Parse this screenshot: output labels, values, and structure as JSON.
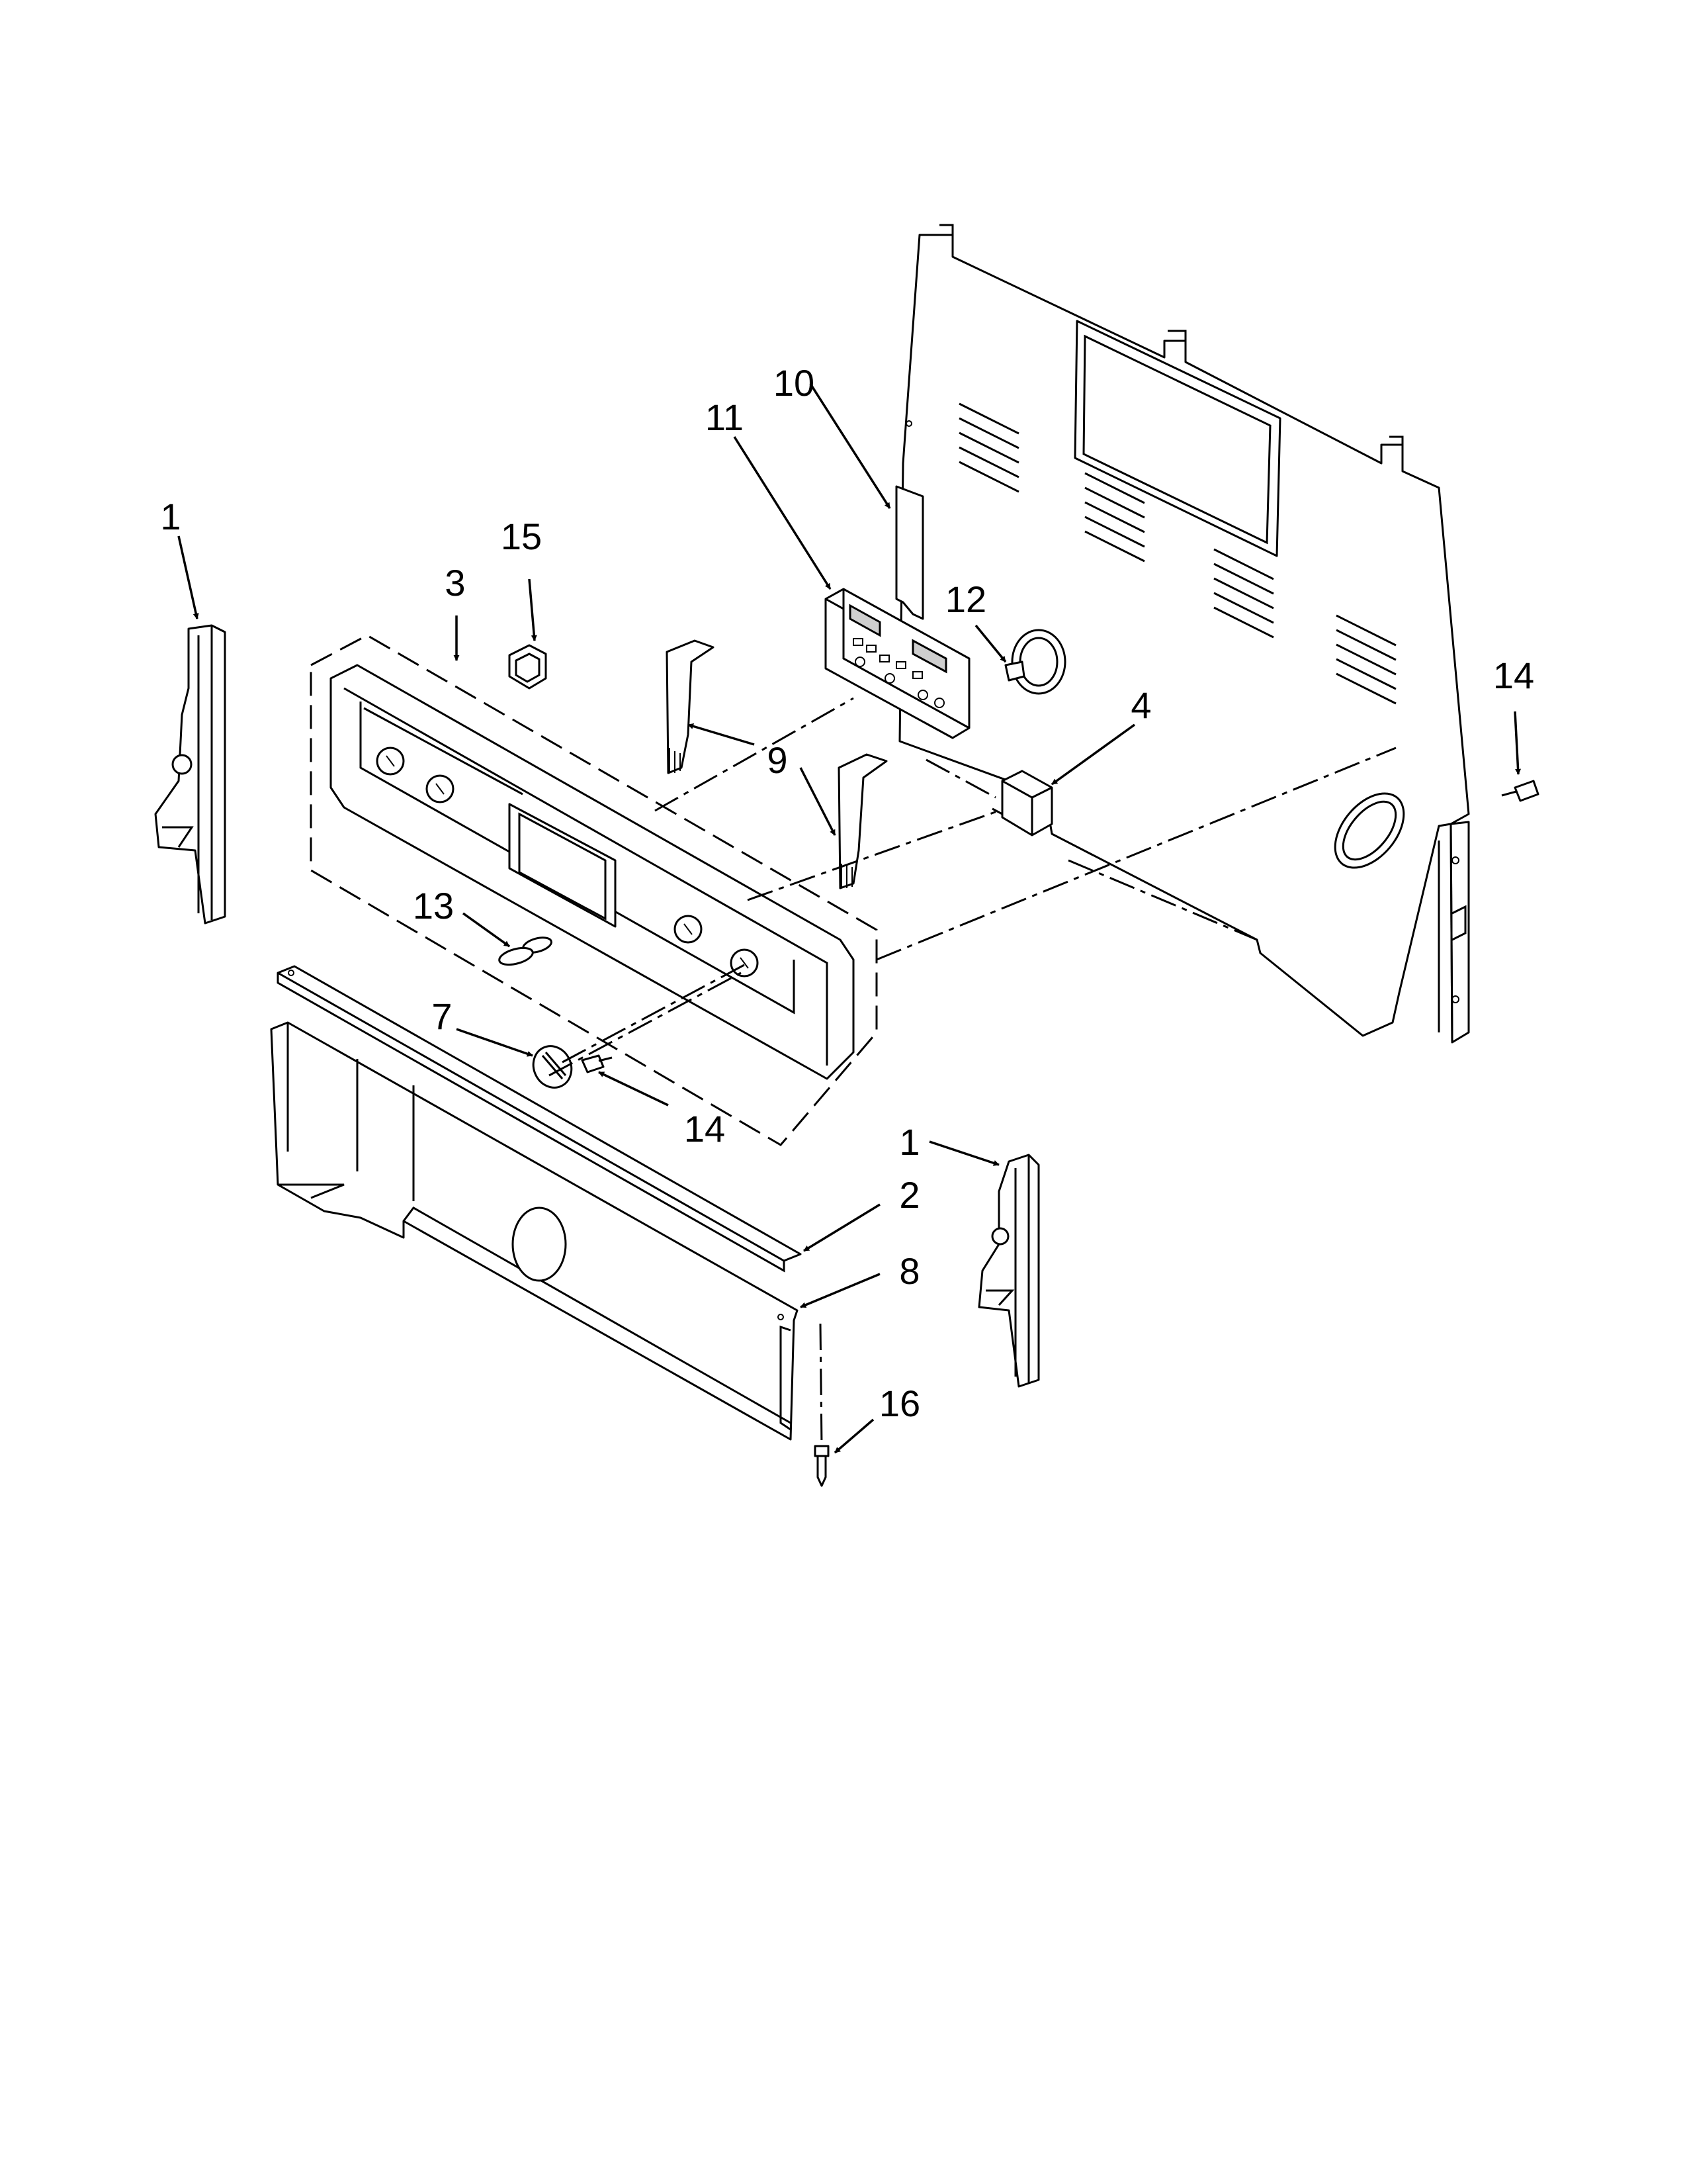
{
  "callouts": {
    "c1_left": "1",
    "c1_right": "1",
    "c2": "2",
    "c3": "3",
    "c4": "4",
    "c7": "7",
    "c8": "8",
    "c9": "9",
    "c10": "10",
    "c11": "11",
    "c12": "12",
    "c13": "13",
    "c14_right": "14",
    "c14_lower": "14",
    "c15": "15",
    "c16": "16"
  },
  "colors": {
    "line": "#000000",
    "shade": "#cfcfcf",
    "background": "#ffffff"
  }
}
